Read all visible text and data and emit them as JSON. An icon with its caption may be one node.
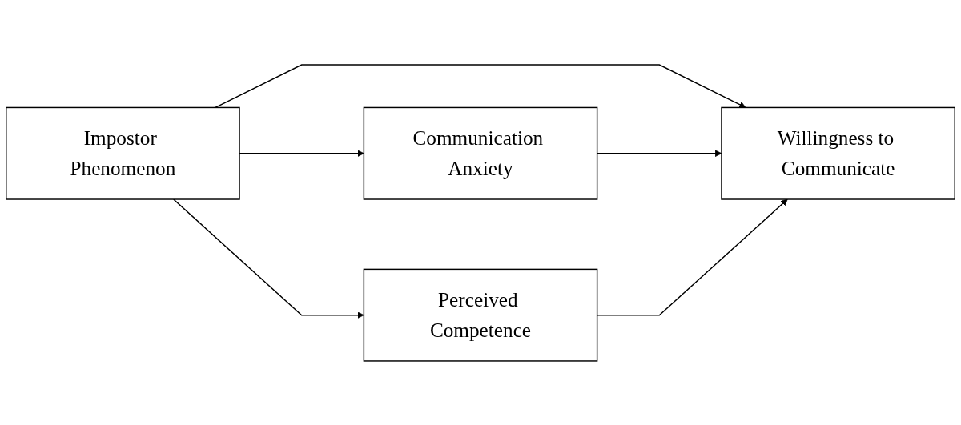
{
  "diagram": {
    "nodes": [
      {
        "text": [
          "Impostor Phenomenon"
        ]
      },
      {
        "text": [
          "Communication Anxiety"
        ]
      },
      {
        "text": [
          "Perceived Competence"
        ]
      },
      {
        "text": [
          "Willingness to Communicate"
        ]
      }
    ],
    "edges": [
      {
        "from": 0,
        "to": 1,
        "arrow": "to"
      },
      {
        "from": 0,
        "to": 3,
        "arrow": "to"
      },
      {
        "from": 0,
        "to": 2,
        "arrow": "to"
      },
      {
        "from": 1,
        "to": 3,
        "arrow": "to"
      },
      {
        "from": 2,
        "to": 3,
        "arrow": "to"
      }
    ]
  }
}
